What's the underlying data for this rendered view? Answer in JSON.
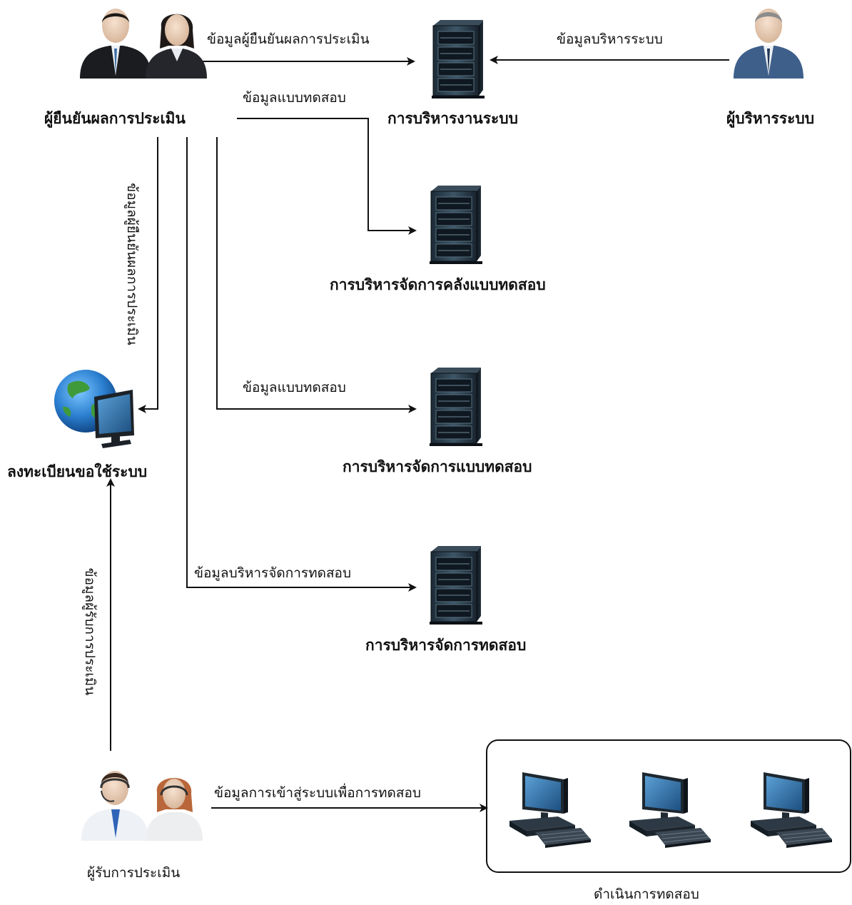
{
  "nodes": {
    "validators": "ผู้ยืนยันผลการประเมิน",
    "system_admin_service": "การบริหารงานระบบ",
    "system_admin": "ผู้บริหารระบบ",
    "question_bank_service": "การบริหารจัดการคลังแบบทดสอบ",
    "test_form_service": "การบริหารจัดการแบบทดสอบ",
    "registration": "ลงทะเบียนขอใช้ระบบ",
    "exam_management_service": "การบริหารจัดการทดสอบ",
    "examinees": "ผู้รับการประเมิน",
    "testing_room": "ดำเนินการทดสอบ"
  },
  "edges": {
    "validator_info": "ข้อมูลผู้ยืนยันผลการประเมิน",
    "admin_info": "ข้อมูลบริหารระบบ",
    "test_info_top": "ข้อมูลแบบทดสอบ",
    "validator_info_vertical": "ข้อมูลผู้ยืนยันผลการประเมิน",
    "test_info_mid": "ข้อมูลแบบทดสอบ",
    "exam_mgmt_info": "ข้อมูลบริหารจัดการทดสอบ",
    "examinee_info_vertical": "ข้อมูลผู้รับการประเมิน",
    "login_info": "ข้อมูลการเข้าสู่ระบบเพื่อการทดสอบ"
  },
  "icons": {
    "server": "server-rack-icon",
    "person": "business-person-icon",
    "globe": "globe-monitor-icon",
    "workstation": "desktop-computer-icon"
  }
}
